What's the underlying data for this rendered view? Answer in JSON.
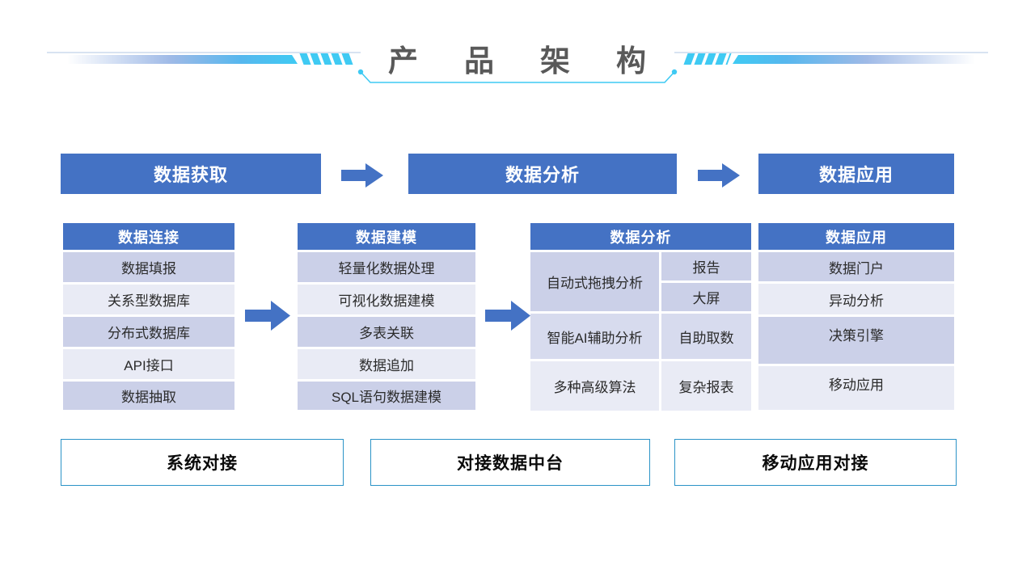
{
  "slide_title": "产品架构",
  "flow": {
    "stages": [
      "数据获取",
      "数据分析",
      "数据应用"
    ],
    "arrow_icon": "arrow-right"
  },
  "tables": {
    "connection": {
      "header": "数据连接",
      "rows": [
        "数据填报",
        "关系型数据库",
        "分布式数据库",
        "API接口",
        "数据抽取"
      ]
    },
    "modeling": {
      "header": "数据建模",
      "rows": [
        "轻量化数据处理",
        "可视化数据建模",
        "多表关联",
        "数据追加",
        "SQL语句数据建模"
      ]
    },
    "analysis": {
      "header": "数据分析",
      "cells": {
        "drag_analysis": "自动式拖拽分析",
        "report": "报告",
        "big_screen": "大屏",
        "ai_assist": "智能AI辅助分析",
        "self_fetch": "自助取数",
        "algorithms": "多种高级算法",
        "complex_report": "复杂报表"
      }
    },
    "application": {
      "header": "数据应用",
      "rows": [
        "数据门户",
        "异动分析",
        "决策引擎",
        "移动应用"
      ]
    }
  },
  "footer_boxes": [
    "系统对接",
    "对接数据中台",
    "移动应用对接"
  ],
  "colors": {
    "accent": "#4472C4",
    "band_dark": "#CBD0E8",
    "band_medium": "#D7DBEE",
    "band_light": "#E9EBF5",
    "cyan": "#3FCAF3",
    "outline_blue": "#2B93C7",
    "title_gray": "#595959"
  }
}
